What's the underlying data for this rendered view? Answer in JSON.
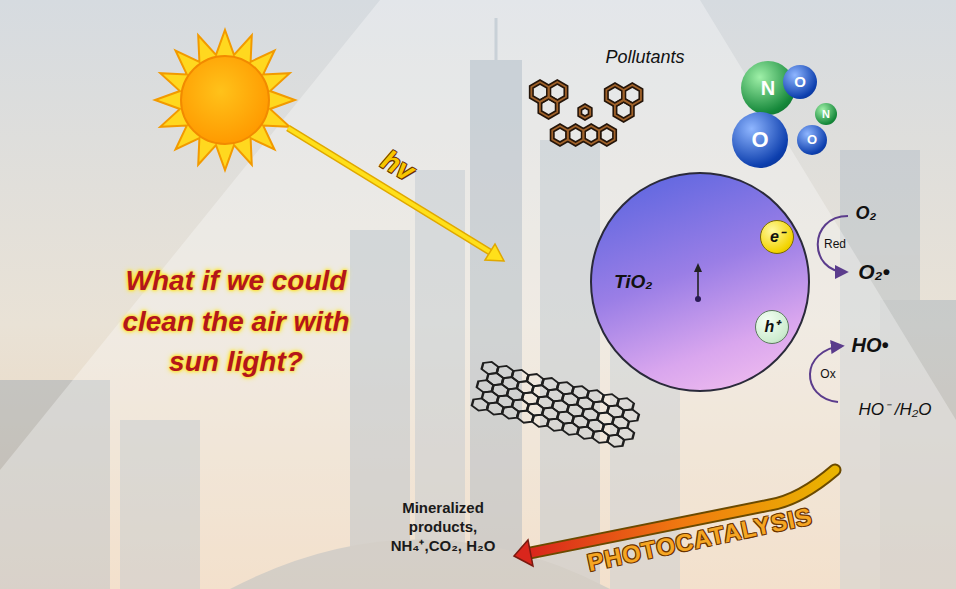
{
  "diagram": {
    "nodes": [
      {
        "text": [
          "N"
        ]
      },
      {
        "text": [
          "O"
        ]
      },
      {
        "text": [
          "O"
        ]
      },
      {
        "text": [
          "O"
        ]
      },
      {
        "text": [
          "N"
        ]
      },
      {
        "text": [
          "TiO₂"
        ]
      },
      {
        "text": [
          "e⁻"
        ],
        "in": 5
      },
      {
        "text": [
          "h⁺"
        ],
        "in": 5
      }
    ],
    "labels": [
      "Pollutants",
      "hv",
      "What if we could clean the air with sun light?",
      "O₂",
      "Red",
      "O₂•",
      "Ox",
      "HO•",
      "HO⁻ /H₂O",
      "Mineralized products, NH₄⁺,CO₂, H₂O",
      "PHOTOCATALYSIS"
    ]
  }
}
